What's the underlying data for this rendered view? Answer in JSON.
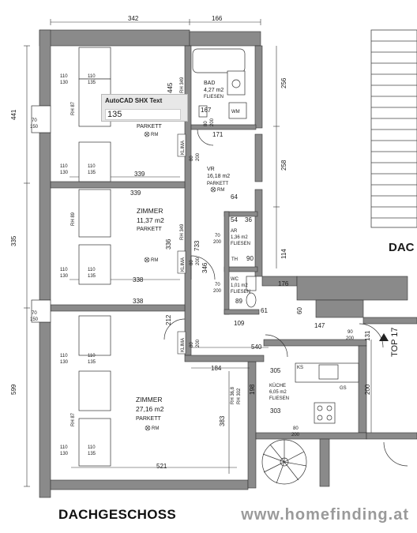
{
  "rooms": {
    "bad": {
      "name": "BAD",
      "area": "4,27 m2",
      "floor": "FLIESEN"
    },
    "vr": {
      "name": "VR",
      "area": "16,18 m2",
      "floor": "PARKETT"
    },
    "ar": {
      "name": "AR",
      "area": "1,36 m2",
      "floor": "FLIESEN"
    },
    "wc": {
      "name": "WC",
      "area": "1,01 m2",
      "floor": "FLIESEN"
    },
    "zimmer1": {
      "floor": "PARKETT"
    },
    "zimmer2": {
      "name": "ZIMMER",
      "area": "11,37 m2",
      "floor": "PARKETT"
    },
    "zimmer3": {
      "name": "ZIMMER",
      "area": "27,16 m2",
      "floor": "PARKETT"
    },
    "kueche": {
      "name": "KÜCHE",
      "area": "6,05 m2",
      "floor": "FLIESEN"
    }
  },
  "fixtures": {
    "wm": "WM",
    "ks": "KS",
    "gs": "GS",
    "th": "TH"
  },
  "symbols": {
    "rm": "RM",
    "klima": "KLIMA"
  },
  "dims": {
    "d342": "342",
    "d166": "166",
    "d256": "256",
    "d258": "258",
    "d114": "114",
    "d441": "441",
    "d335": "335",
    "d599": "599",
    "d445": "445",
    "d339a": "339",
    "d339b": "339",
    "d338a": "338",
    "d338b": "338",
    "d336": "336",
    "d212": "212",
    "d521": "521",
    "d383": "383",
    "d198": "198",
    "d184": "184",
    "d540": "540",
    "d305": "305",
    "d303": "303",
    "d200": "200",
    "d131": "131",
    "d147": "147",
    "d109": "109",
    "d176": "176",
    "d171": "171",
    "d167": "167",
    "d64": "64",
    "d733": "733",
    "d346": "346",
    "d54": "54",
    "d36": "36",
    "d90": "90",
    "d89": "89",
    "d61": "61",
    "d60": "60",
    "rh349a": "RH 349",
    "rh349b": "RH 349",
    "rh368": "RH 36,8",
    "rh302": "RH 302",
    "rh89": "RH 89",
    "rh87a": "RH 87",
    "rh87b": "RH 87",
    "w110": "110",
    "w130": "130",
    "w135": "135",
    "w70": "70",
    "w150": "150",
    "w80": "80",
    "w200": "200",
    "w90": "90"
  },
  "labels": {
    "dac": "DAC",
    "top": "TOP 17"
  },
  "tooltip": {
    "title": "AutoCAD SHX Text",
    "value": "135"
  },
  "footer": {
    "floor_name": "DACHGESCHOSS",
    "website": "www.homefinding.at"
  }
}
